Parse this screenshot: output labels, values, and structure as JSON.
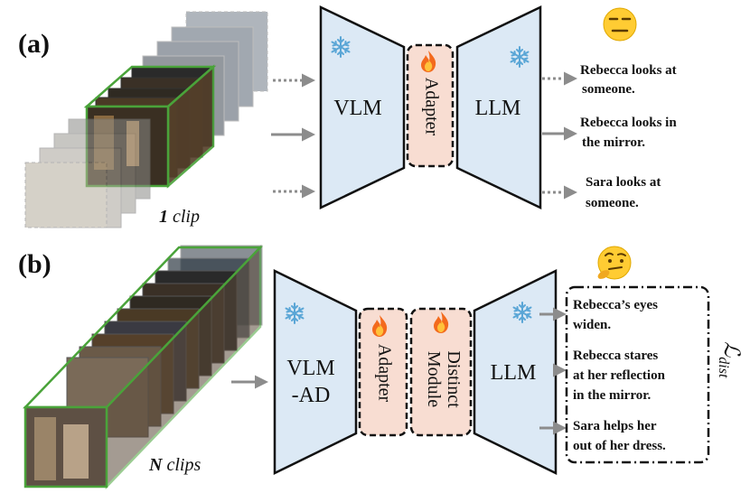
{
  "panel_a": {
    "label": "(a)",
    "clip_count": "1",
    "clip_unit": "clip",
    "encoder": "VLM",
    "adapter": "Adapter",
    "decoder": "LLM",
    "emoji": "😑",
    "outputs": [
      {
        "line1": "Rebecca looks at",
        "line2": "someone."
      },
      {
        "line1": "Rebecca looks in",
        "line2": "the mirror."
      },
      {
        "line1": "Sara looks at",
        "line2": "someone."
      }
    ]
  },
  "panel_b": {
    "label": "(b)",
    "clip_count": "N",
    "clip_unit": "clips",
    "encoder_line1": "VLM",
    "encoder_line2": "-AD",
    "adapter": "Adapter",
    "distinct_line1": "Distinct",
    "distinct_line2": "Module",
    "decoder": "LLM",
    "emoji": "🤔",
    "loss": "ℒ",
    "loss_sub": "dist",
    "outputs": [
      {
        "line1": "Rebecca’s eyes",
        "line2": "widen.",
        "line3": ""
      },
      {
        "line1": "Rebecca stares",
        "line2": "at her reflection",
        "line3": "in the mirror."
      },
      {
        "line1": "Sara helps her",
        "line2": "out of her dress.",
        "line3": ""
      }
    ]
  },
  "icons": {
    "frozen": "snowflake-icon",
    "trainable": "fire-icon"
  },
  "colors": {
    "module_fill": "#dce9f5",
    "adapter_fill": "#f8ddd2",
    "clip_border": "#4aa33a",
    "arrow": "#8c8c8c"
  }
}
